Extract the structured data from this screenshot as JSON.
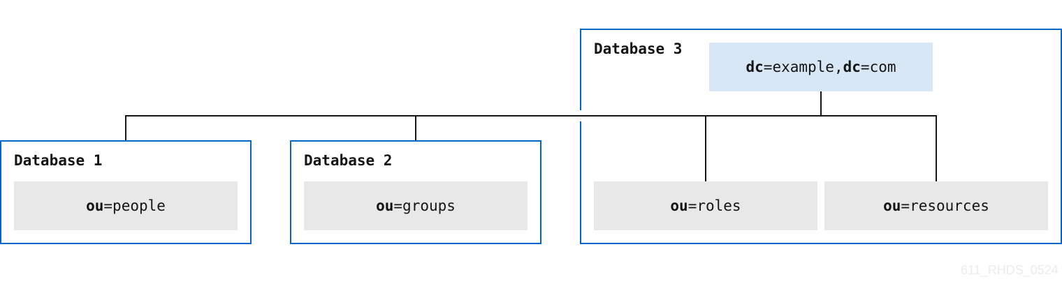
{
  "databases": {
    "db1": {
      "title": "Database 1"
    },
    "db2": {
      "title": "Database 2"
    },
    "db3": {
      "title": "Database 3"
    }
  },
  "root": {
    "k1": "dc",
    "eq1": "=",
    "v1": "example",
    "sep": ",",
    "k2": "dc",
    "eq2": "=",
    "v2": "com"
  },
  "children": {
    "people": {
      "key": "ou",
      "eq": "=",
      "value": "people"
    },
    "groups": {
      "key": "ou",
      "eq": "=",
      "value": "groups"
    },
    "roles": {
      "key": "ou",
      "eq": "=",
      "value": "roles"
    },
    "resources": {
      "key": "ou",
      "eq": "=",
      "value": "resources"
    }
  },
  "watermark": "611_RHDS_0524",
  "colors": {
    "border": "#0066cc",
    "root_fill": "#d8e7f6",
    "child_fill": "#e8e8e8",
    "line": "#151515"
  }
}
